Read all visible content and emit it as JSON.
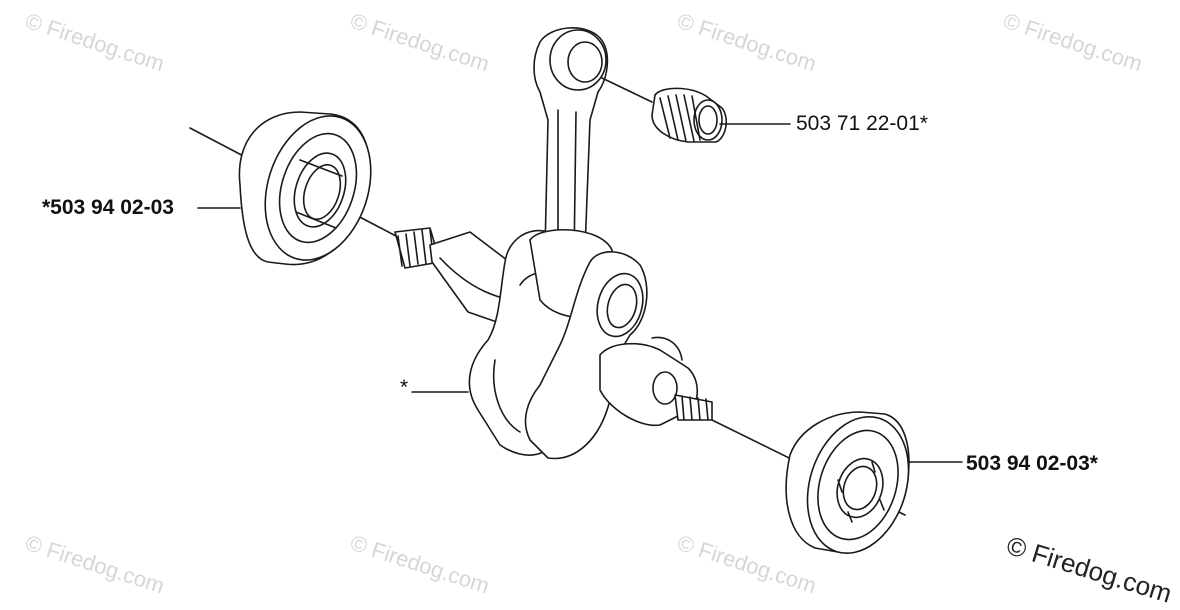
{
  "diagram": {
    "parts": [
      {
        "id": "bearing-left",
        "label": "*503 94 02-03"
      },
      {
        "id": "needle-bearing",
        "label": "503 71 22-01*"
      },
      {
        "id": "crankshaft",
        "label": "*"
      },
      {
        "id": "bearing-right",
        "label": "503 94 02-03*"
      }
    ]
  },
  "watermark": {
    "text": "© Firedog.com",
    "main_text": "© Firedog.com",
    "color": "#d6d6d6"
  },
  "colors": {
    "line": "#1a1a1a",
    "background": "#ffffff"
  }
}
